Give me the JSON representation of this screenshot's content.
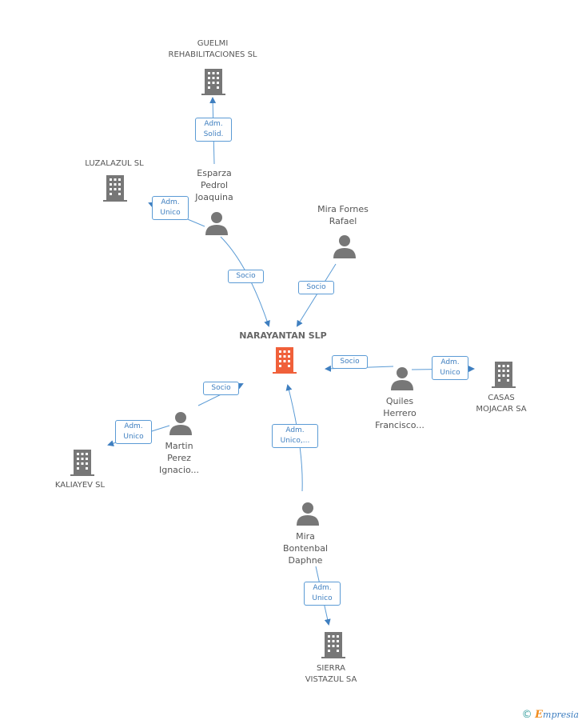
{
  "center": {
    "name": "NARAYANTAN SLP"
  },
  "nodes": {
    "guelmi": {
      "label": "GUELMI\nREHABILITACIONES SL",
      "icon": "building-icon"
    },
    "luzalazul": {
      "label": "LUZALAZUL SL",
      "icon": "building-icon"
    },
    "esparza": {
      "label": "Esparza\nPedrol\nJoaquina",
      "icon": "person-icon"
    },
    "mira_fornes": {
      "label": "Mira Fornes\nRafael",
      "icon": "person-icon"
    },
    "quiles": {
      "label": "Quiles\nHerrero\nFrancisco...",
      "icon": "person-icon"
    },
    "casas": {
      "label": "CASAS\nMOJACAR SA",
      "icon": "building-icon"
    },
    "martin": {
      "label": "Martin\nPerez\nIgnacio...",
      "icon": "person-icon"
    },
    "kaliayev": {
      "label": "KALIAYEV SL",
      "icon": "building-icon"
    },
    "mira_bontenbal": {
      "label": "Mira\nBontenbal\nDaphne",
      "icon": "person-icon"
    },
    "sierra": {
      "label": "SIERRA\nVISTAZUL SA",
      "icon": "building-icon"
    }
  },
  "edges": {
    "esparza_guelmi": "Adm.\nSolid.",
    "esparza_luzalazul": "Adm.\nUnico",
    "esparza_center": "Socio",
    "mira_fornes_center": "Socio",
    "quiles_center": "Socio",
    "quiles_casas": "Adm.\nUnico",
    "martin_center": "Socio",
    "martin_kaliayev": "Adm.\nUnico",
    "mira_bontenbal_center": "Adm.\nUnico,...",
    "mira_bontenbal_sierra": "Adm.\nUnico"
  },
  "colors": {
    "edge": "#5b9bd5",
    "person": "#777777",
    "company": "#777777",
    "center": "#f0603a"
  },
  "footer": {
    "copyright": "©",
    "brand_initial": "E",
    "brand_rest": "mpresia"
  }
}
